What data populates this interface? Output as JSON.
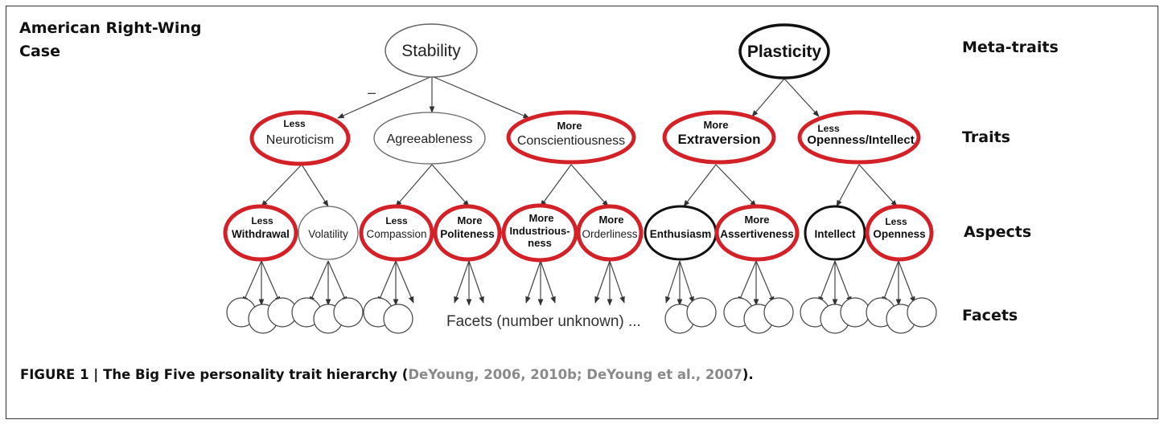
{
  "case_title": [
    "American Right-Wing",
    "Case"
  ],
  "levels": {
    "meta": "Meta-traits",
    "traits": "Traits",
    "aspects": "Aspects",
    "facets": "Facets"
  },
  "minus_sign": "–",
  "nodes": {
    "stability": {
      "label": "Stability"
    },
    "plasticity": {
      "label": "Plasticity"
    },
    "neuroticism": {
      "qualifier": "Less",
      "label": "Neuroticism"
    },
    "agreeableness": {
      "label": "Agreeableness"
    },
    "conscientiousness": {
      "qualifier": "More",
      "label": "Conscientiousness"
    },
    "extraversion": {
      "qualifier": "More",
      "label": "Extraversion"
    },
    "openness_intellect": {
      "qualifier": "Less",
      "label": "Openness/Intellect"
    },
    "withdrawal": {
      "qualifier": "Less",
      "label": "Withdrawal"
    },
    "volatility": {
      "label": "Volatility"
    },
    "compassion": {
      "qualifier": "Less",
      "label": "Compassion"
    },
    "politeness": {
      "qualifier": "More",
      "label": "Politeness"
    },
    "industriousness": {
      "qualifier": "More",
      "label_lines": [
        "Industrious-",
        "ness"
      ]
    },
    "orderliness": {
      "qualifier": "More",
      "label": "Orderliness"
    },
    "enthusiasm": {
      "label": "Enthusiasm"
    },
    "assertiveness": {
      "qualifier": "More",
      "label": "Assertiveness"
    },
    "intellect": {
      "label": "Intellect"
    },
    "openness": {
      "qualifier": "Less",
      "label": "Openness"
    }
  },
  "facets_note": "Facets (number unknown) ...",
  "highlight_color": "#d42027",
  "caption": {
    "prefix": "FIGURE 1 | The Big Five personality trait hierarchy (",
    "citation": "DeYoung, 2006, 2010b; DeYoung et al., 2007",
    "suffix": ")."
  }
}
